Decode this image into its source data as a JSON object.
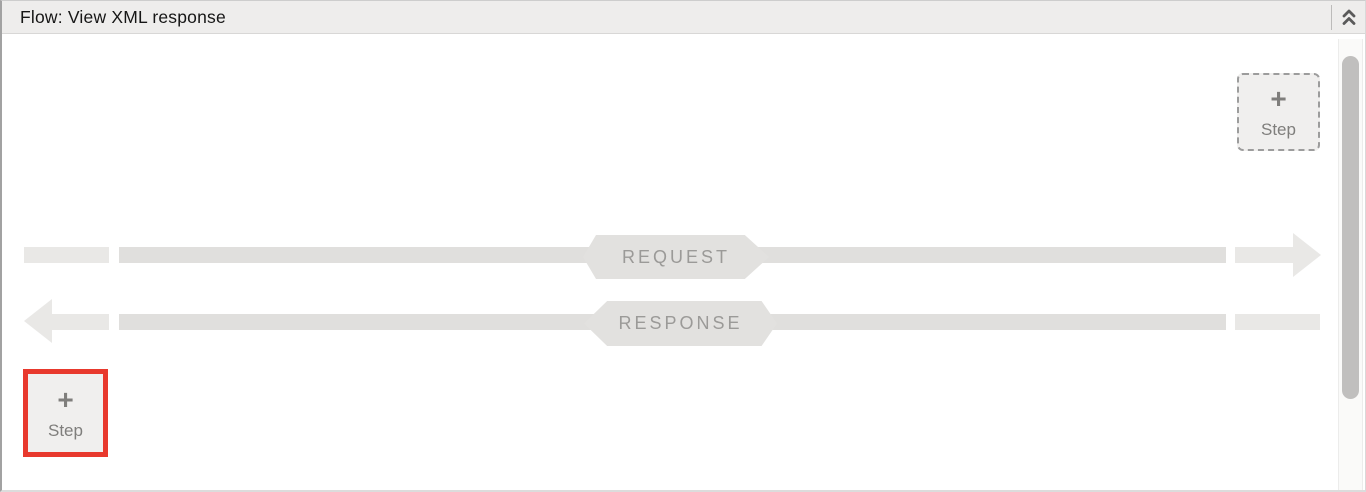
{
  "panel": {
    "title": "Flow: View XML response"
  },
  "flow": {
    "request": {
      "label": "REQUEST",
      "direction": "right"
    },
    "response": {
      "label": "RESPONSE",
      "direction": "left"
    },
    "add_step_top": {
      "plus": "+",
      "label": "Step"
    },
    "add_step_bottom": {
      "plus": "+",
      "label": "Step",
      "highlighted": true
    }
  },
  "colors": {
    "header_bg": "#eeedec",
    "line_main": "#e0dfdd",
    "line_light": "#e9e8e6",
    "badge_bg": "#e2e1df",
    "badge_text": "#9b9a98",
    "button_bg": "#f0efee",
    "button_text": "#7f7e7c",
    "highlight_red": "#e8392d",
    "scrollbar_thumb": "#c0bfbe"
  }
}
